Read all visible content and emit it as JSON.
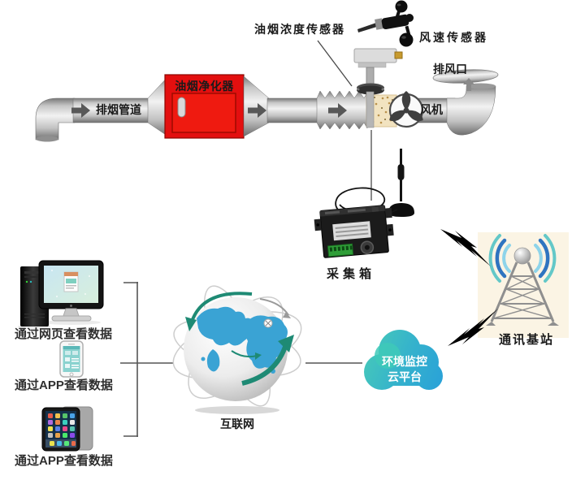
{
  "diagram": {
    "pipeline": {
      "duct": "排烟管道",
      "purifier": "油烟净化器",
      "fume_sensor": "油烟浓度传感器",
      "wind_sensor": "风速传感器",
      "outlet": "排风口",
      "fan": "风机"
    },
    "collector": "采集箱",
    "viewers": {
      "web": "通过网页查看数据",
      "app_phone": "通过APP查看数据",
      "app_tablet": "通过APP查看数据"
    },
    "internet": "互联网",
    "cloud_platform": {
      "line1": "环境监控",
      "line2": "云平台"
    },
    "base_station": "通讯基站",
    "colors": {
      "purifier_red": "#e30f0f",
      "cloud_teal": "#45c8ba",
      "cloud_blue": "#2aa2d8",
      "station_bg": "#fbf4e4",
      "globe_blue": "#3aa3d4",
      "flow_arrow_gray": "#585858",
      "wave_light_blue": "#8ed4ea",
      "wave_dark_blue": "#2f74c0"
    },
    "icons": [
      "flow-arrow-icon",
      "fan-icon",
      "fume-sensor-icon",
      "anemometer-icon",
      "collector-box-icon",
      "antenna-icon",
      "desktop-computer-icon",
      "smartphone-icon",
      "tablet-icon",
      "globe-internet-icon",
      "cloud-icon",
      "radio-tower-icon",
      "lightning-bolt-icon"
    ]
  }
}
